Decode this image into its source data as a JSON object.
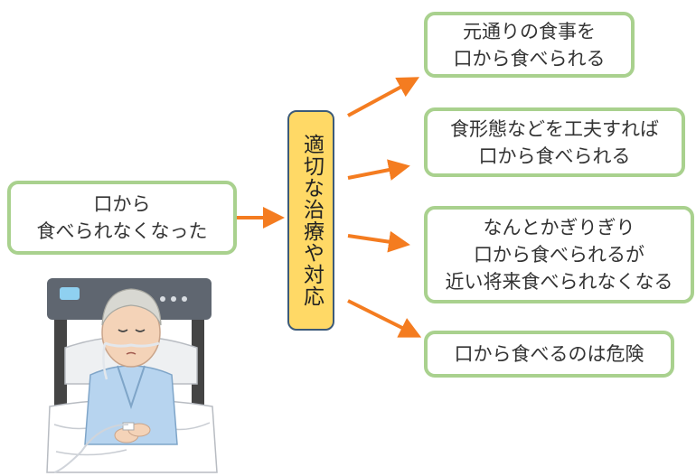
{
  "source": {
    "line1": "口から",
    "line2": "食べられなくなった"
  },
  "center": {
    "label": "適切な治療や対応"
  },
  "outcomes": [
    {
      "lines": [
        "元通りの食事を",
        "口から食べられる"
      ]
    },
    {
      "lines": [
        "食形態などを工夫すれば",
        "口から食べられる"
      ]
    },
    {
      "lines": [
        "なんとかぎりぎり",
        "口から食べられるが",
        "近い将来食べられなくなる"
      ]
    },
    {
      "lines": [
        "口から食べるのは危険"
      ]
    }
  ],
  "colors": {
    "arrow": "#f47c20",
    "box_border": "#a9d18e",
    "center_fill": "#ffd966",
    "center_border": "#3c5a78"
  },
  "illustration": {
    "icon": "elderly-patient-in-hospital-bed-icon"
  }
}
